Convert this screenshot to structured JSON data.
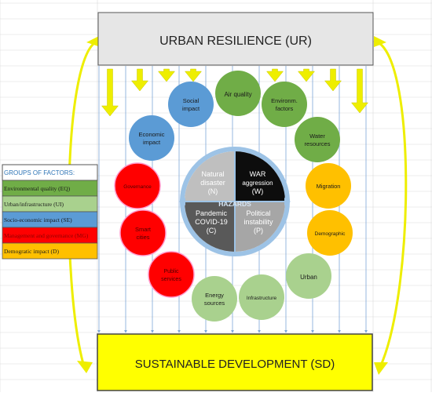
{
  "top_box": {
    "label": "URBAN RESILIENCE (UR)"
  },
  "bottom_box": {
    "label": "SUSTAINABLE DEVELOPMENT (SD)"
  },
  "hazards": {
    "label": "HAZARDS",
    "natural": {
      "line1": "Natural",
      "line2": "disaster",
      "line3": "(N)"
    },
    "war": {
      "line1": "WAR",
      "line2": "aggression",
      "line3": "(W)"
    },
    "pandemic": {
      "line1": "Pandemic",
      "line2": "COVID-19",
      "line3": "(C)"
    },
    "political": {
      "line1": "Political",
      "line2": "instability",
      "line3": "(P)"
    }
  },
  "factors": {
    "air_quality": "Air quality",
    "environ_factors": {
      "line1": "Environm.",
      "line2": "factors"
    },
    "water_resources": {
      "line1": "Water",
      "line2": "resources"
    },
    "migration": "Migration",
    "demographic": "Demographic",
    "urban": "Urban",
    "infrastructure": "Infrastructure",
    "energy_sources": {
      "line1": "Energy",
      "line2": "sources"
    },
    "public_services": {
      "line1": "Public",
      "line2": "services"
    },
    "smart_cities": {
      "line1": "Smart",
      "line2": "cities"
    },
    "governance": "Governance",
    "economic_impact": {
      "line1": "Economic",
      "line2": "impact"
    },
    "social_impact": {
      "line1": "Social",
      "line2": "impact"
    }
  },
  "legend": {
    "title": "GROUPS OF FACTORS:",
    "items": [
      "Environmental quality (EQ)",
      "Urban/infrastructure (UI)",
      "Socio-economic impact (SE)",
      "Management and governance (MG)",
      "Demogratic impact (D)"
    ]
  },
  "colors": {
    "environmental": "#70ad47",
    "urban": "#a9d18e",
    "socio_economic": "#5b9bd5",
    "management": "#ff0000",
    "demographic": "#ffc000",
    "top_box": "#e6e6e6",
    "bottom_box": "#ffff00",
    "arrow": "#eeee00"
  }
}
